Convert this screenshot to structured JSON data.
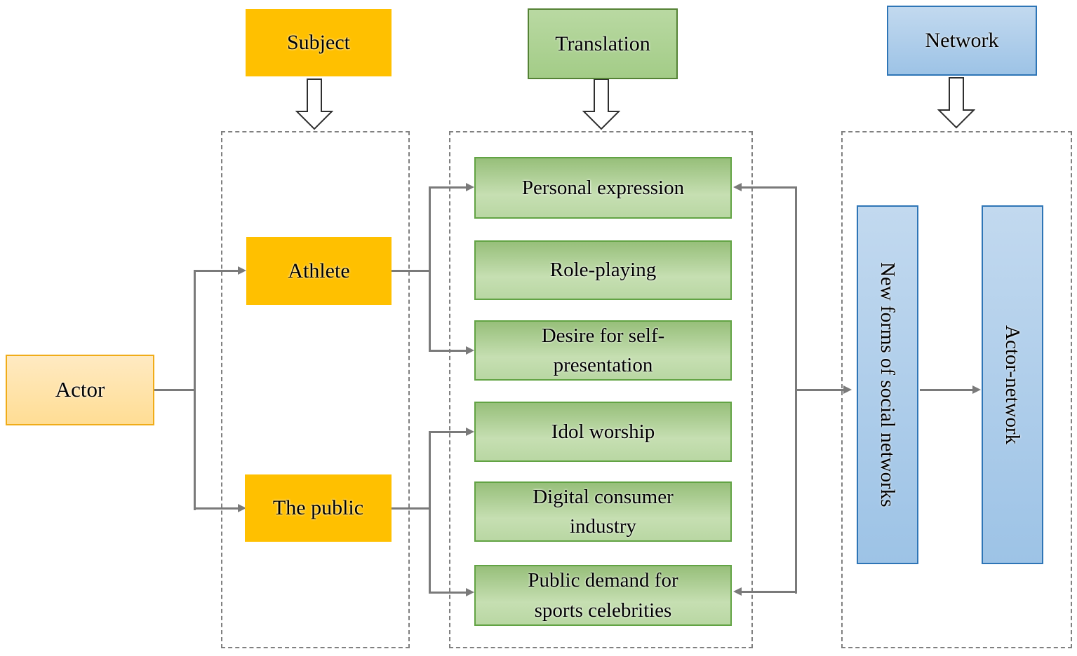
{
  "top_labels": {
    "subject": "Subject",
    "translation": "Translation",
    "network": "Network"
  },
  "actor_label": "Actor",
  "subject_items": {
    "athlete": "Athlete",
    "the_public": "The public"
  },
  "translation_items": [
    "Personal expression",
    "Role-playing",
    "Desire for self-presentation",
    "Idol worship",
    "Digital consumer industry",
    "Public demand for sports celebrities"
  ],
  "network_items": {
    "new_forms": "New forms of social networks",
    "actor_network": "Actor-network"
  },
  "colors": {
    "orange": "#ffc000",
    "actor_fill": "#ffe3a8",
    "actor_border": "#f0ac18",
    "green_fill": "#aed291",
    "green_border": "#62a344",
    "green_top_border": "#548235",
    "blue_fill": "#aecdeb",
    "blue_border": "#2e75b6",
    "connector_gray": "#7a7a7a",
    "dashed_border_gray": "#808080",
    "text": "#000000"
  }
}
